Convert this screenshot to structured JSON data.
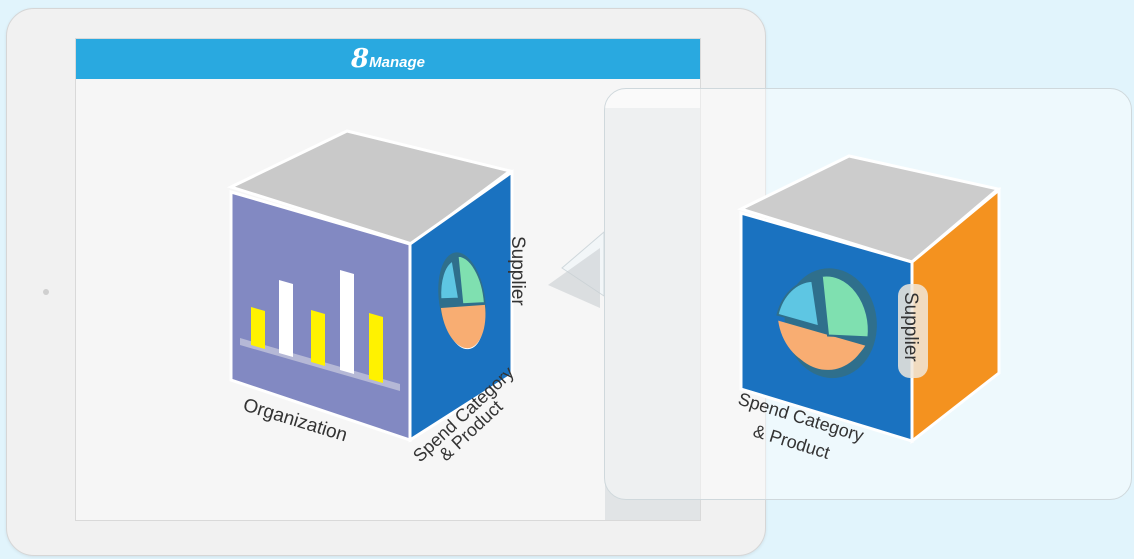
{
  "app": {
    "logo_number": "8",
    "logo_word": "Manage"
  },
  "left_cube": {
    "front_label": "Organization",
    "side_top_label": "Supplier",
    "side_bottom_line1": "Spend Category",
    "side_bottom_line2": "& Product",
    "colors": {
      "front": "#8289c2",
      "side": "#1a72c0",
      "top": "#c9c9c9",
      "bar_yellow": "#fff200",
      "bar_white": "#ffffff"
    }
  },
  "right_cube": {
    "side_label": "Supplier",
    "bottom_line1": "Spend Category",
    "bottom_line2": "& Product",
    "colors": {
      "front": "#1a72c0",
      "side": "#f4921f",
      "top": "#cccccc"
    }
  },
  "pie_colors": {
    "orange": "#f8ad72",
    "green": "#7fe0b0",
    "cyan": "#5ec6e3",
    "rim": "#2f6f8c"
  },
  "background_color": "#e1f4fc",
  "accent_color": "#29a9e0"
}
